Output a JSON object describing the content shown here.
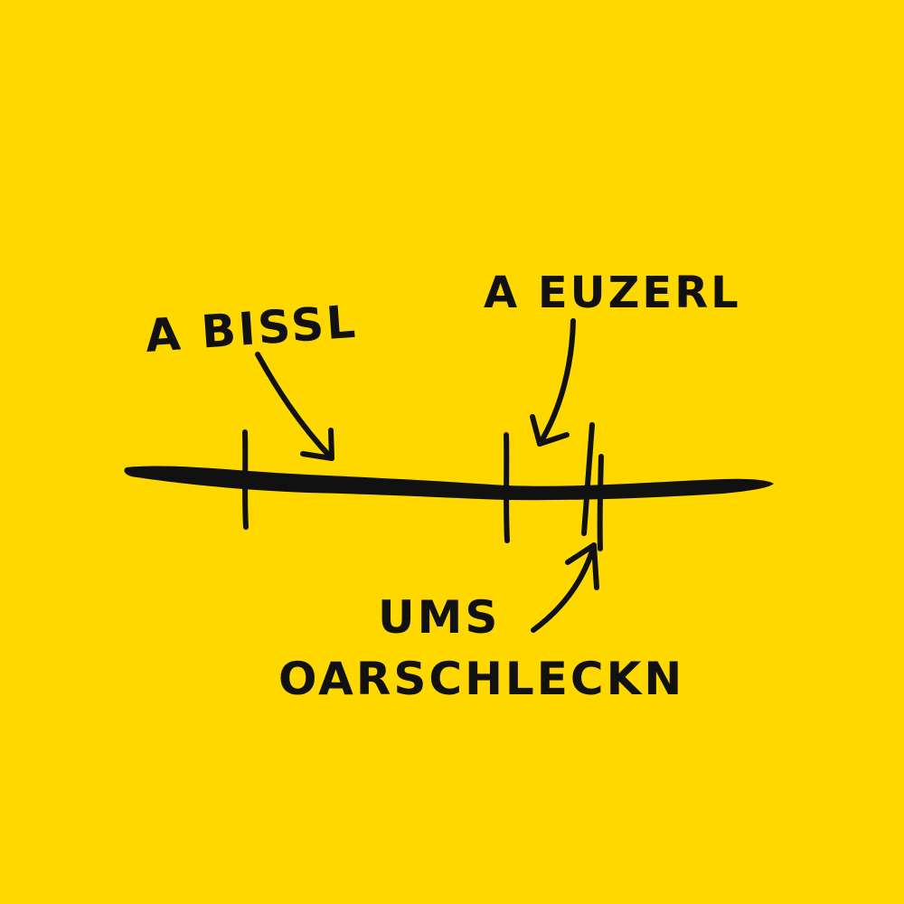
{
  "colors": {
    "background": "#FFD800",
    "ink": "#111111"
  },
  "labels": {
    "a_bissl": "A BISSL",
    "a_euzerl": "A EUZERL",
    "ums_line1": "UMS",
    "ums_line2": "OARSCHLECKN"
  }
}
